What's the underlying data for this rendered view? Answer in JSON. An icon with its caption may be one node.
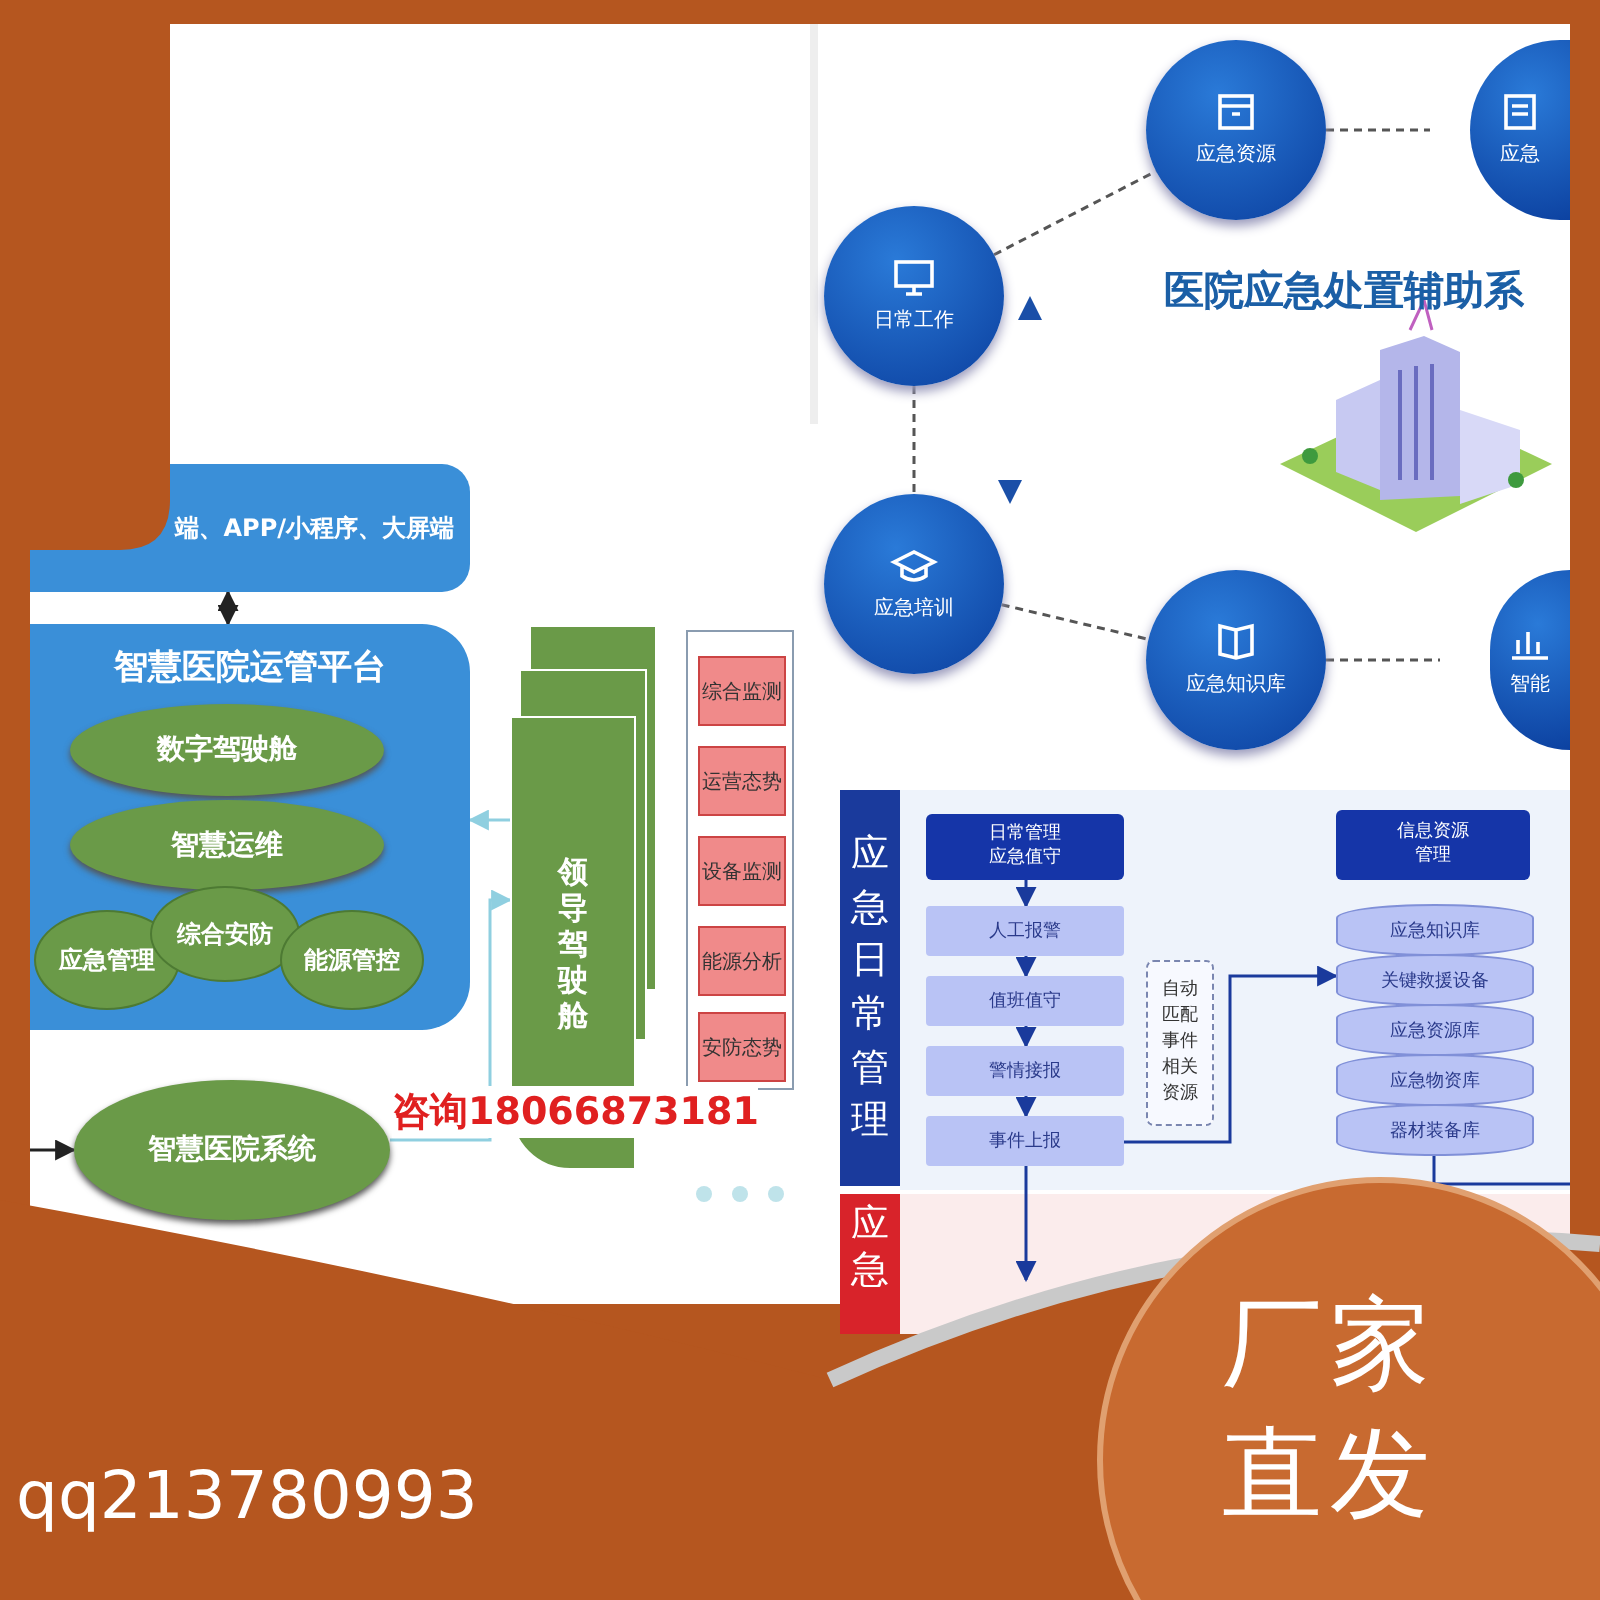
{
  "diagram": {
    "nodes": [
      {
        "text": [
          "端、APP/小程序、大屏端"
        ]
      },
      {
        "text": [
          "智慧医院运管平台"
        ]
      },
      {
        "text": [
          "数字驾驶舱"
        ],
        "in": 1
      },
      {
        "text": [
          "智慧运维"
        ],
        "in": 1
      },
      {
        "text": [
          "应急管理"
        ],
        "in": 1
      },
      {
        "text": [
          "综合安防"
        ],
        "in": 1
      },
      {
        "text": [
          "能源管控"
        ],
        "in": 1
      },
      {
        "text": [
          "智慧医院系统"
        ]
      },
      {
        "text": [
          "领导驾驶舱"
        ]
      },
      {
        "text": [],
        "shape": "box"
      },
      {
        "text": [
          "综合监测"
        ],
        "in": 9
      },
      {
        "text": [
          "运营态势"
        ],
        "in": 9
      },
      {
        "text": [
          "设备监测"
        ],
        "in": 9
      },
      {
        "text": [
          "能源分析"
        ],
        "in": 9
      },
      {
        "text": [
          "安防态势"
        ],
        "in": 9
      },
      {
        "text": [
          "应急资源"
        ]
      },
      {
        "text": [
          "应急"
        ]
      },
      {
        "text": [
          "日常工作"
        ]
      },
      {
        "text": [
          "应急培训"
        ]
      },
      {
        "text": [
          "应急知识库"
        ]
      },
      {
        "text": [
          "智能"
        ]
      },
      {
        "text": [
          "应急日常管理"
        ]
      },
      {
        "text": [
          "日常管理应急值守"
        ]
      },
      {
        "text": [
          "人工报警"
        ]
      },
      {
        "text": [
          "值班值守"
        ]
      },
      {
        "text": [
          "警情接报"
        ]
      },
      {
        "text": [
          "事件上报"
        ]
      },
      {
        "text": [
          "自动匹配事件相关资源"
        ]
      },
      {
        "text": [
          "信息资源管理"
        ]
      },
      {
        "text": [],
        "shape": "cylinder"
      },
      {
        "text": [
          "应急知识库"
        ],
        "in": 29
      },
      {
        "text": [
          "关键救援设备"
        ],
        "in": 29
      },
      {
        "text": [
          "应急资源库"
        ],
        "in": 29
      },
      {
        "text": [
          "应急物资库"
        ],
        "in": 29
      },
      {
        "text": [
          "器材装备库"
        ],
        "in": 29
      },
      {
        "text": [
          "应急"
        ]
      }
    ],
    "edges": [
      {
        "from": 0,
        "to": 1,
        "arrow": "both",
        "color": "#222222"
      },
      {
        "from": 8,
        "to": 1,
        "arrow": "to",
        "color": "#8fcfe0"
      },
      {
        "from": 7,
        "to": 8,
        "arrow": "to",
        "color": "#8fcfe0"
      },
      {
        "from": null,
        "to": 7,
        "arrow": "to",
        "color": "#222222"
      },
      {
        "from": 17,
        "to": 15,
        "arrow": "none",
        "style": "dashed",
        "color": "#555555"
      },
      {
        "from": 15,
        "to": 16,
        "arrow": "none",
        "style": "dashed",
        "color": "#555555"
      },
      {
        "from": 17,
        "to": 18,
        "arrow": "none",
        "style": "dashed",
        "color": "#555555"
      },
      {
        "from": 18,
        "to": 19,
        "arrow": "none",
        "style": "dashed",
        "color": "#555555"
      },
      {
        "from": 19,
        "to": 20,
        "arrow": "none",
        "style": "dashed",
        "color": "#555555"
      },
      {
        "from": 22,
        "to": 23,
        "arrow": "to"
      },
      {
        "from": 23,
        "to": 24,
        "arrow": "to"
      },
      {
        "from": 24,
        "to": 25,
        "arrow": "to"
      },
      {
        "from": 25,
        "to": 26,
        "arrow": "to"
      },
      {
        "from": 26,
        "to": 29,
        "arrow": "to"
      },
      {
        "from": 26,
        "to": null,
        "arrow": "to"
      },
      {
        "from": 29,
        "to": null,
        "arrow": "none"
      }
    ],
    "title": "医院应急处置辅助系",
    "labels": [
      "咨询18066873181",
      "厂家直发",
      "qq213780993"
    ]
  }
}
